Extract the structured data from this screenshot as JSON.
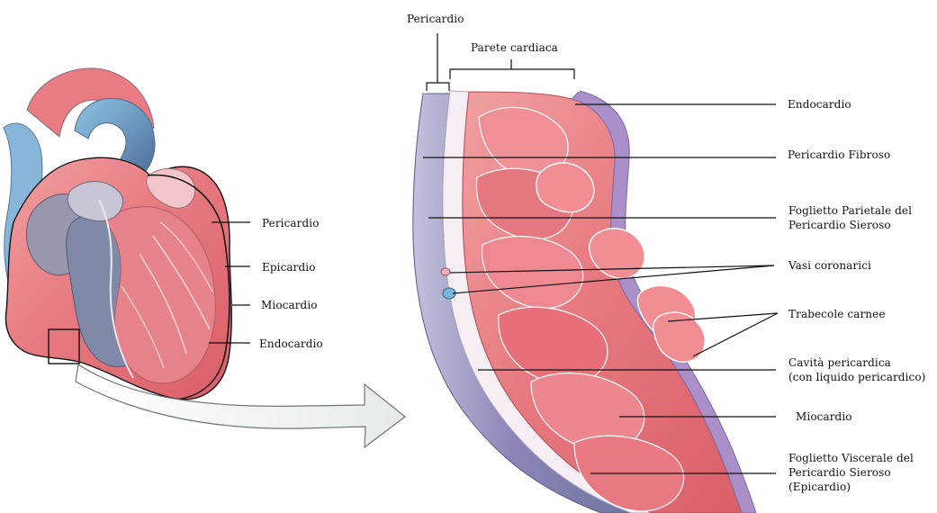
{
  "diagram": {
    "left_labels": {
      "pericardio": "Pericardio",
      "epicardio": "Epicardio",
      "miocardio": "Miocardio",
      "endocardio": "Endocardio"
    },
    "top_labels": {
      "pericardio": "Pericardio",
      "parete_cardiaca": "Parete cardiaca"
    },
    "right_labels": {
      "endocardio": "Endocardio",
      "pericardio_fibroso": "Pericardio Fibroso",
      "foglietto_parietale_line1": "Foglietto Parietale del",
      "foglietto_parietale_line2": "Pericardio Sieroso",
      "vasi_coronarici": "Vasi coronarici",
      "trabecole_carnee": "Trabecole carnee",
      "cavita_pericardica_line1": "Cavità pericardica",
      "cavita_pericardica_line2": "(con liquido pericardico)",
      "miocardio": "Miocardio",
      "foglietto_viscerale_line1": "Foglietto Viscerale del",
      "foglietto_viscerale_line2": "Pericardio Sieroso",
      "foglietto_viscerale_line3": "(Epicardio)"
    }
  },
  "colors": {
    "muscle": "#e87a80",
    "muscle_dark": "#c9545c",
    "muscle_light": "#f5b4b6",
    "vessel_blue": "#6f98be",
    "vessel_blue_dark": "#4d6f96",
    "pericardium_purple": "#8a83b7",
    "endocardium_lilac": "#b59acb",
    "line": "#111111",
    "arrow_fill": "#f3f5f4",
    "arrow_stroke": "#6f7672"
  }
}
